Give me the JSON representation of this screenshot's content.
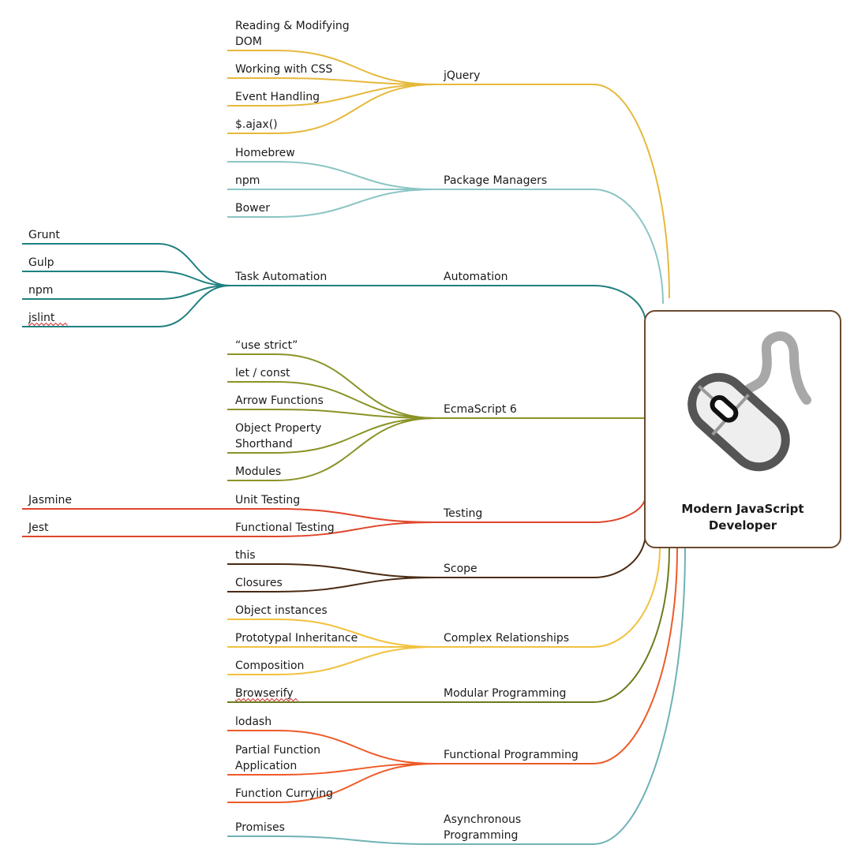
{
  "center": {
    "title_line1": "Modern JavaScript",
    "title_line2": "Developer",
    "icon": "computer-mouse-icon"
  },
  "branches": [
    {
      "id": "jquery",
      "label_lines": [
        "jQuery"
      ],
      "color": "#e6b93c",
      "children": [
        {
          "lines": [
            "Reading & Modifying",
            "DOM"
          ]
        },
        {
          "lines": [
            "Working with CSS"
          ]
        },
        {
          "lines": [
            "Event Handling"
          ]
        },
        {
          "lines": [
            "$.ajax()"
          ]
        }
      ]
    },
    {
      "id": "package-managers",
      "label_lines": [
        "Package Managers"
      ],
      "color": "#8cc5c5",
      "children": [
        {
          "lines": [
            "Homebrew"
          ]
        },
        {
          "lines": [
            "npm"
          ]
        },
        {
          "lines": [
            "Bower"
          ]
        }
      ]
    },
    {
      "id": "automation",
      "label_lines": [
        "Automation"
      ],
      "color": "#1f8080",
      "children": [
        {
          "lines": [
            "Task Automation"
          ],
          "children": [
            {
              "lines": [
                "Grunt"
              ]
            },
            {
              "lines": [
                "Gulp"
              ]
            },
            {
              "lines": [
                "npm"
              ]
            },
            {
              "lines": [
                "jslint"
              ],
              "misspelled": true
            }
          ]
        }
      ]
    },
    {
      "id": "ecmascript-6",
      "label_lines": [
        "EcmaScript 6"
      ],
      "color": "#8a9326",
      "children": [
        {
          "lines": [
            "“use strict”"
          ]
        },
        {
          "lines": [
            "let / const"
          ]
        },
        {
          "lines": [
            "Arrow Functions"
          ]
        },
        {
          "lines": [
            "Object Property",
            "Shorthand"
          ]
        },
        {
          "lines": [
            "Modules"
          ]
        }
      ]
    },
    {
      "id": "testing",
      "label_lines": [
        "Testing"
      ],
      "color": "#e0452a",
      "children": [
        {
          "lines": [
            "Unit Testing"
          ],
          "children": [
            {
              "lines": [
                "Jasmine"
              ]
            }
          ]
        },
        {
          "lines": [
            "Functional Testing"
          ],
          "children": [
            {
              "lines": [
                "Jest"
              ]
            }
          ]
        }
      ]
    },
    {
      "id": "scope",
      "label_lines": [
        "Scope"
      ],
      "color": "#4a2a12",
      "children": [
        {
          "lines": [
            "this"
          ]
        },
        {
          "lines": [
            "Closures"
          ]
        }
      ]
    },
    {
      "id": "complex-relationships",
      "label_lines": [
        "Complex Relationships"
      ],
      "color": "#f2c23e",
      "children": [
        {
          "lines": [
            "Object instances"
          ]
        },
        {
          "lines": [
            "Prototypal Inheritance"
          ]
        },
        {
          "lines": [
            "Composition"
          ]
        }
      ]
    },
    {
      "id": "modular-programming",
      "label_lines": [
        "Modular Programming"
      ],
      "color": "#6e7a1c",
      "children": [
        {
          "lines": [
            "Browserify"
          ],
          "misspelled": true
        }
      ]
    },
    {
      "id": "functional-programming",
      "label_lines": [
        "Functional Programming"
      ],
      "color": "#ee5a28",
      "children": [
        {
          "lines": [
            "lodash"
          ]
        },
        {
          "lines": [
            "Partial Function",
            "Application"
          ]
        },
        {
          "lines": [
            "Function Currying"
          ]
        }
      ]
    },
    {
      "id": "asynchronous-programming",
      "label_lines": [
        "Asynchronous",
        "Programming"
      ],
      "color": "#6fb2b5",
      "children": [
        {
          "lines": [
            "Promises"
          ]
        }
      ]
    }
  ]
}
